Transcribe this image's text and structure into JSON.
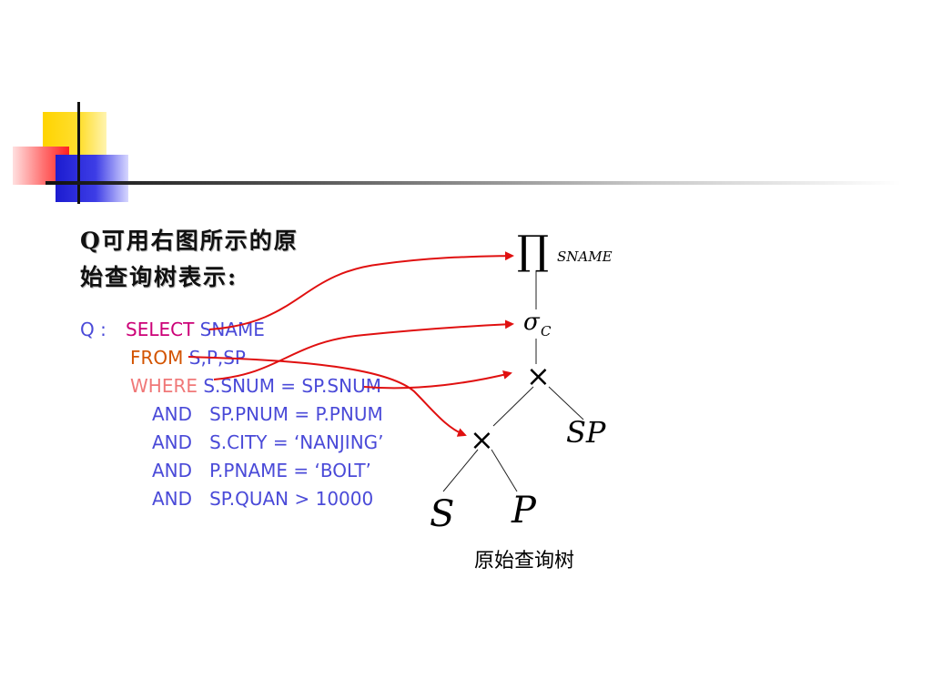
{
  "heading": {
    "line1": "Q可用右图所示的原",
    "line2": "始查询树表示:"
  },
  "query": {
    "label": "Q :",
    "select_kw": "SELECT",
    "select_rest": " SNAME",
    "from_kw": "FROM",
    "from_rest": " S,P,SP",
    "where_kw": "WHERE",
    "where_rest": " S.SNUM = SP.SNUM",
    "and_lines": [
      "AND   SP.PNUM = P.PNUM",
      "AND   S.CITY = ‘NANJING’",
      "AND   P.PNAME = ‘BOLT’",
      "AND   SP.QUAN > 10000"
    ]
  },
  "tree": {
    "projection_symbol": "∏",
    "projection_subscript": "SNAME",
    "selection_symbol": "σ",
    "selection_subscript": "C",
    "product_symbol": "×",
    "leaf_sp": "SP",
    "leaf_s": "S",
    "leaf_p": "P"
  },
  "caption": "原始查询树",
  "colors": {
    "arrow": "#e01010",
    "keyword_select": "#cc0077",
    "keyword_from": "#d35400",
    "keyword_where": "#f07878",
    "query_text": "#4a4ad8"
  }
}
